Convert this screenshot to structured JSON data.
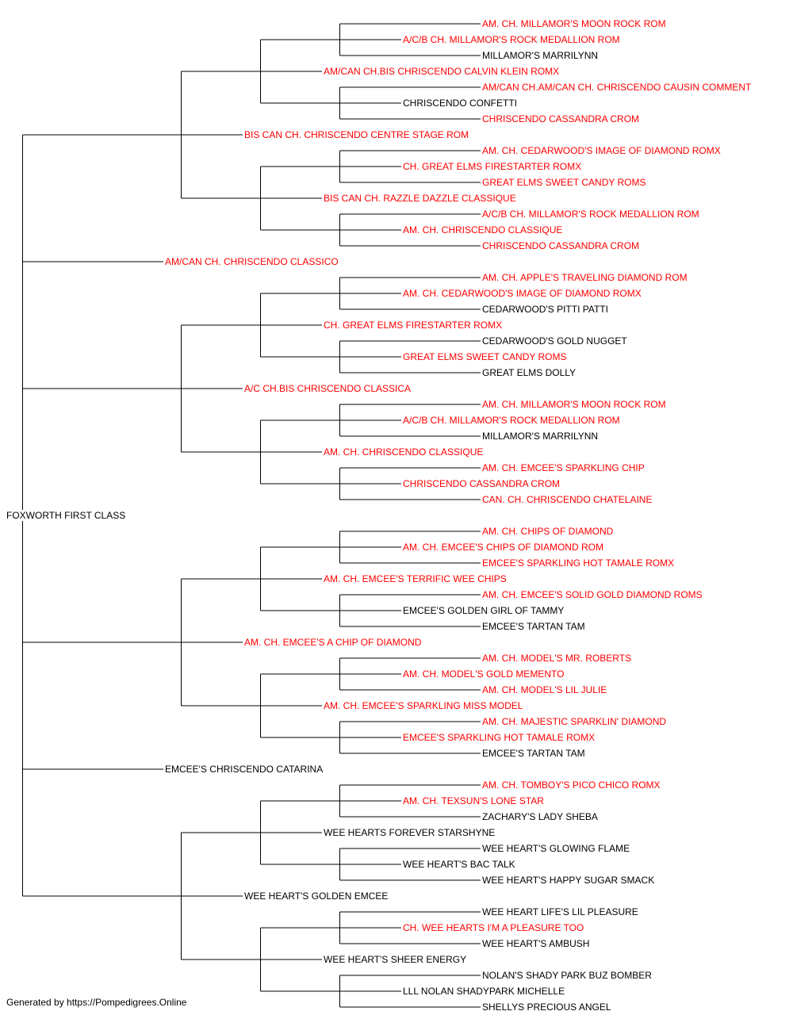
{
  "colors": {
    "titled": "#ff0000",
    "untitled": "#000000",
    "line": "#000000"
  },
  "pedigree": {
    "name": "FOXWORTH FIRST CLASS",
    "titled": false,
    "sire": {
      "name": "AM/CAN CH. CHRISCENDO CLASSICO",
      "titled": true,
      "sire": {
        "name": "BIS CAN CH. CHRISCENDO CENTRE STAGE ROM",
        "titled": true,
        "sire": {
          "name": "AM/CAN CH.BIS CHRISCENDO CALVIN KLEIN ROMX",
          "titled": true,
          "sire": {
            "name": "A/C/B CH. MILLAMOR'S ROCK MEDALLION ROM",
            "titled": true,
            "sire": {
              "name": "AM. CH. MILLAMOR'S MOON ROCK ROM",
              "titled": true
            },
            "dam": {
              "name": "MILLAMOR'S MARRILYNN",
              "titled": false
            }
          },
          "dam": {
            "name": "CHRISCENDO CONFETTI",
            "titled": false,
            "sire": {
              "name": "AM/CAN CH.AM/CAN CH. CHRISCENDO CAUSIN COMMENT",
              "titled": true
            },
            "dam": {
              "name": "CHRISCENDO CASSANDRA CROM",
              "titled": true
            }
          }
        },
        "dam": {
          "name": "BIS CAN CH. RAZZLE DAZZLE CLASSIQUE",
          "titled": true,
          "sire": {
            "name": "CH. GREAT ELMS FIRESTARTER ROMX",
            "titled": true,
            "sire": {
              "name": "AM. CH. CEDARWOOD'S IMAGE OF DIAMOND ROMX",
              "titled": true
            },
            "dam": {
              "name": "GREAT ELMS SWEET CANDY ROMS",
              "titled": true
            }
          },
          "dam": {
            "name": "AM. CH. CHRISCENDO CLASSIQUE",
            "titled": true,
            "sire": {
              "name": "A/C/B CH. MILLAMOR'S ROCK MEDALLION ROM",
              "titled": true
            },
            "dam": {
              "name": "CHRISCENDO CASSANDRA CROM",
              "titled": true
            }
          }
        }
      },
      "dam": {
        "name": "A/C CH.BIS CHRISCENDO CLASSICA",
        "titled": true,
        "sire": {
          "name": "CH. GREAT ELMS FIRESTARTER ROMX",
          "titled": true,
          "sire": {
            "name": "AM. CH. CEDARWOOD'S IMAGE OF DIAMOND ROMX",
            "titled": true,
            "sire": {
              "name": "AM. CH. APPLE'S TRAVELING DIAMOND ROM",
              "titled": true
            },
            "dam": {
              "name": "CEDARWOOD'S PITTI PATTI",
              "titled": false
            }
          },
          "dam": {
            "name": "GREAT ELMS SWEET CANDY ROMS",
            "titled": true,
            "sire": {
              "name": "CEDARWOOD'S GOLD NUGGET",
              "titled": false
            },
            "dam": {
              "name": "GREAT ELMS DOLLY",
              "titled": false
            }
          }
        },
        "dam": {
          "name": "AM. CH. CHRISCENDO CLASSIQUE",
          "titled": true,
          "sire": {
            "name": "A/C/B CH. MILLAMOR'S ROCK MEDALLION ROM",
            "titled": true,
            "sire": {
              "name": "AM. CH. MILLAMOR'S MOON ROCK ROM",
              "titled": true
            },
            "dam": {
              "name": "MILLAMOR'S MARRILYNN",
              "titled": false
            }
          },
          "dam": {
            "name": "CHRISCENDO CASSANDRA CROM",
            "titled": true,
            "sire": {
              "name": "AM. CH. EMCEE'S SPARKLING CHIP",
              "titled": true
            },
            "dam": {
              "name": "CAN. CH. CHRISCENDO CHATELAINE",
              "titled": true
            }
          }
        }
      }
    },
    "dam": {
      "name": "EMCEE'S CHRISCENDO CATARINA",
      "titled": false,
      "sire": {
        "name": "AM. CH. EMCEE'S A CHIP OF DIAMOND",
        "titled": true,
        "sire": {
          "name": "AM. CH. EMCEE'S TERRIFIC WEE CHIPS",
          "titled": true,
          "sire": {
            "name": "AM. CH. EMCEE'S CHIPS OF DIAMOND ROM",
            "titled": true,
            "sire": {
              "name": "AM. CH. CHIPS OF DIAMOND",
              "titled": true
            },
            "dam": {
              "name": "EMCEE'S SPARKLING HOT TAMALE ROMX",
              "titled": true
            }
          },
          "dam": {
            "name": "EMCEE'S GOLDEN GIRL OF TAMMY",
            "titled": false,
            "sire": {
              "name": "AM. CH. EMCEE'S SOLID GOLD DIAMOND ROMS",
              "titled": true
            },
            "dam": {
              "name": "EMCEE'S TARTAN TAM",
              "titled": false
            }
          }
        },
        "dam": {
          "name": "AM. CH. EMCEE'S SPARKLING MISS MODEL",
          "titled": true,
          "sire": {
            "name": "AM. CH. MODEL'S GOLD MEMENTO",
            "titled": true,
            "sire": {
              "name": "AM. CH. MODEL'S MR. ROBERTS",
              "titled": true
            },
            "dam": {
              "name": "AM. CH. MODEL'S LIL JULIE",
              "titled": true
            }
          },
          "dam": {
            "name": "EMCEE'S SPARKLING HOT TAMALE ROMX",
            "titled": true,
            "sire": {
              "name": "AM. CH. MAJESTIC SPARKLIN' DIAMOND",
              "titled": true
            },
            "dam": {
              "name": "EMCEE'S TARTAN TAM",
              "titled": false
            }
          }
        }
      },
      "dam": {
        "name": "WEE HEART'S GOLDEN EMCEE",
        "titled": false,
        "sire": {
          "name": "WEE HEARTS FOREVER STARSHYNE",
          "titled": false,
          "sire": {
            "name": "AM. CH. TEXSUN'S LONE STAR",
            "titled": true,
            "sire": {
              "name": "AM. CH. TOMBOY'S PICO CHICO ROMX",
              "titled": true
            },
            "dam": {
              "name": "ZACHARY'S LADY SHEBA",
              "titled": false
            }
          },
          "dam": {
            "name": "WEE HEART'S BAC TALK",
            "titled": false,
            "sire": {
              "name": "WEE HEART'S GLOWING FLAME",
              "titled": false
            },
            "dam": {
              "name": "WEE HEART'S HAPPY SUGAR SMACK",
              "titled": false
            }
          }
        },
        "dam": {
          "name": "WEE HEART'S SHEER ENERGY",
          "titled": false,
          "sire": {
            "name": "CH. WEE HEARTS I'M A PLEASURE TOO",
            "titled": true,
            "sire": {
              "name": "WEE HEART LIFE'S LIL PLEASURE",
              "titled": false
            },
            "dam": {
              "name": "WEE HEART'S AMBUSH",
              "titled": false
            }
          },
          "dam": {
            "name": "LLL NOLAN SHADYPARK MICHELLE",
            "titled": false,
            "sire": {
              "name": "NOLAN'S SHADY PARK BUZ BOMBER",
              "titled": false
            },
            "dam": {
              "name": "SHELLYS PRECIOUS ANGEL",
              "titled": false
            }
          }
        }
      }
    }
  },
  "footer": {
    "text": "Generated by https://Pompedigrees.Online"
  }
}
